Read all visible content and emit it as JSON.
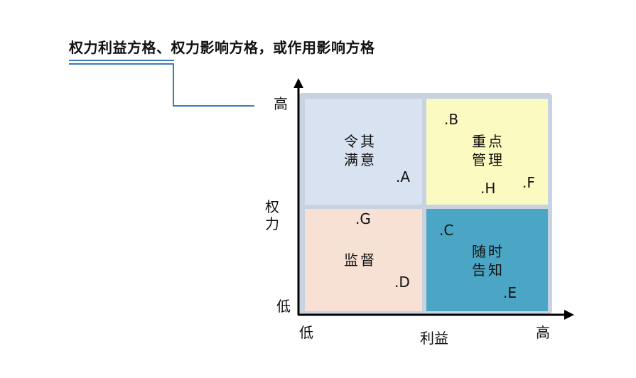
{
  "title": "权力利益方格、权力影响方格，或作用影响方格",
  "axes": {
    "y_label": "权力",
    "y_high": "高",
    "y_low": "低",
    "x_label": "利益",
    "x_low": "低",
    "x_high": "高"
  },
  "quadrants": {
    "top_left": "令其\n满意",
    "top_right": "重点\n管理",
    "bottom_left": "监督",
    "bottom_right": "随时\n告知"
  },
  "points": {
    "A": ".A",
    "B": ".B",
    "C": ".C",
    "D": ".D",
    "E": ".E",
    "F": ".F",
    "G": ".G",
    "H": ".H"
  },
  "colors": {
    "top_left": "#d9e2f0",
    "top_right": "#fbfbc1",
    "bottom_left": "#f7e1d4",
    "bottom_right": "#4ba6c6",
    "accent_line": "#3a7bbf"
  }
}
